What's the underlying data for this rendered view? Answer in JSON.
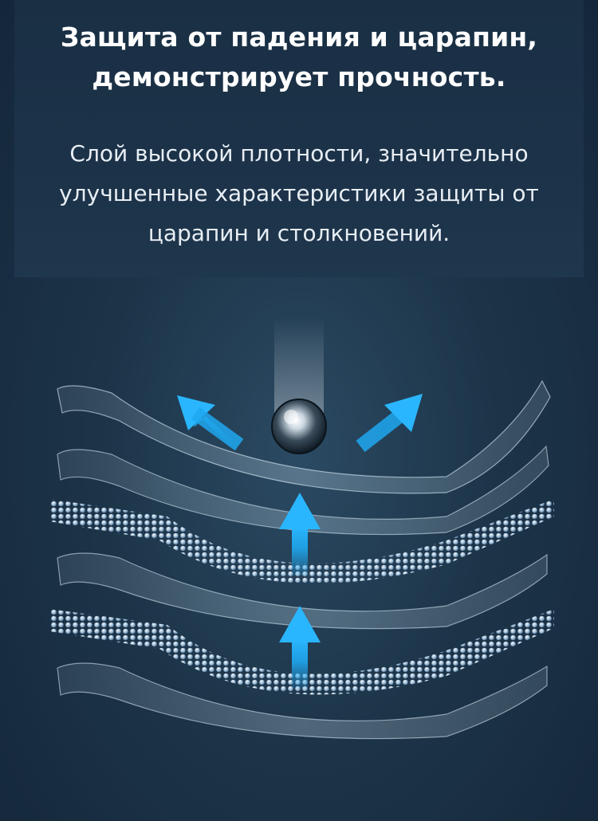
{
  "headline": {
    "line1": "Защита от падения и царапин,",
    "line2": "демонстрирует прочность."
  },
  "description": {
    "line1": "Слой высокой плотности, значительно",
    "line2": "улучшенные характеристики защиты от",
    "line3": "царапин и столкновений."
  },
  "colors": {
    "background": "#1d3549",
    "arrow": "#1fa8f0",
    "glass": "#cfe6f5"
  }
}
